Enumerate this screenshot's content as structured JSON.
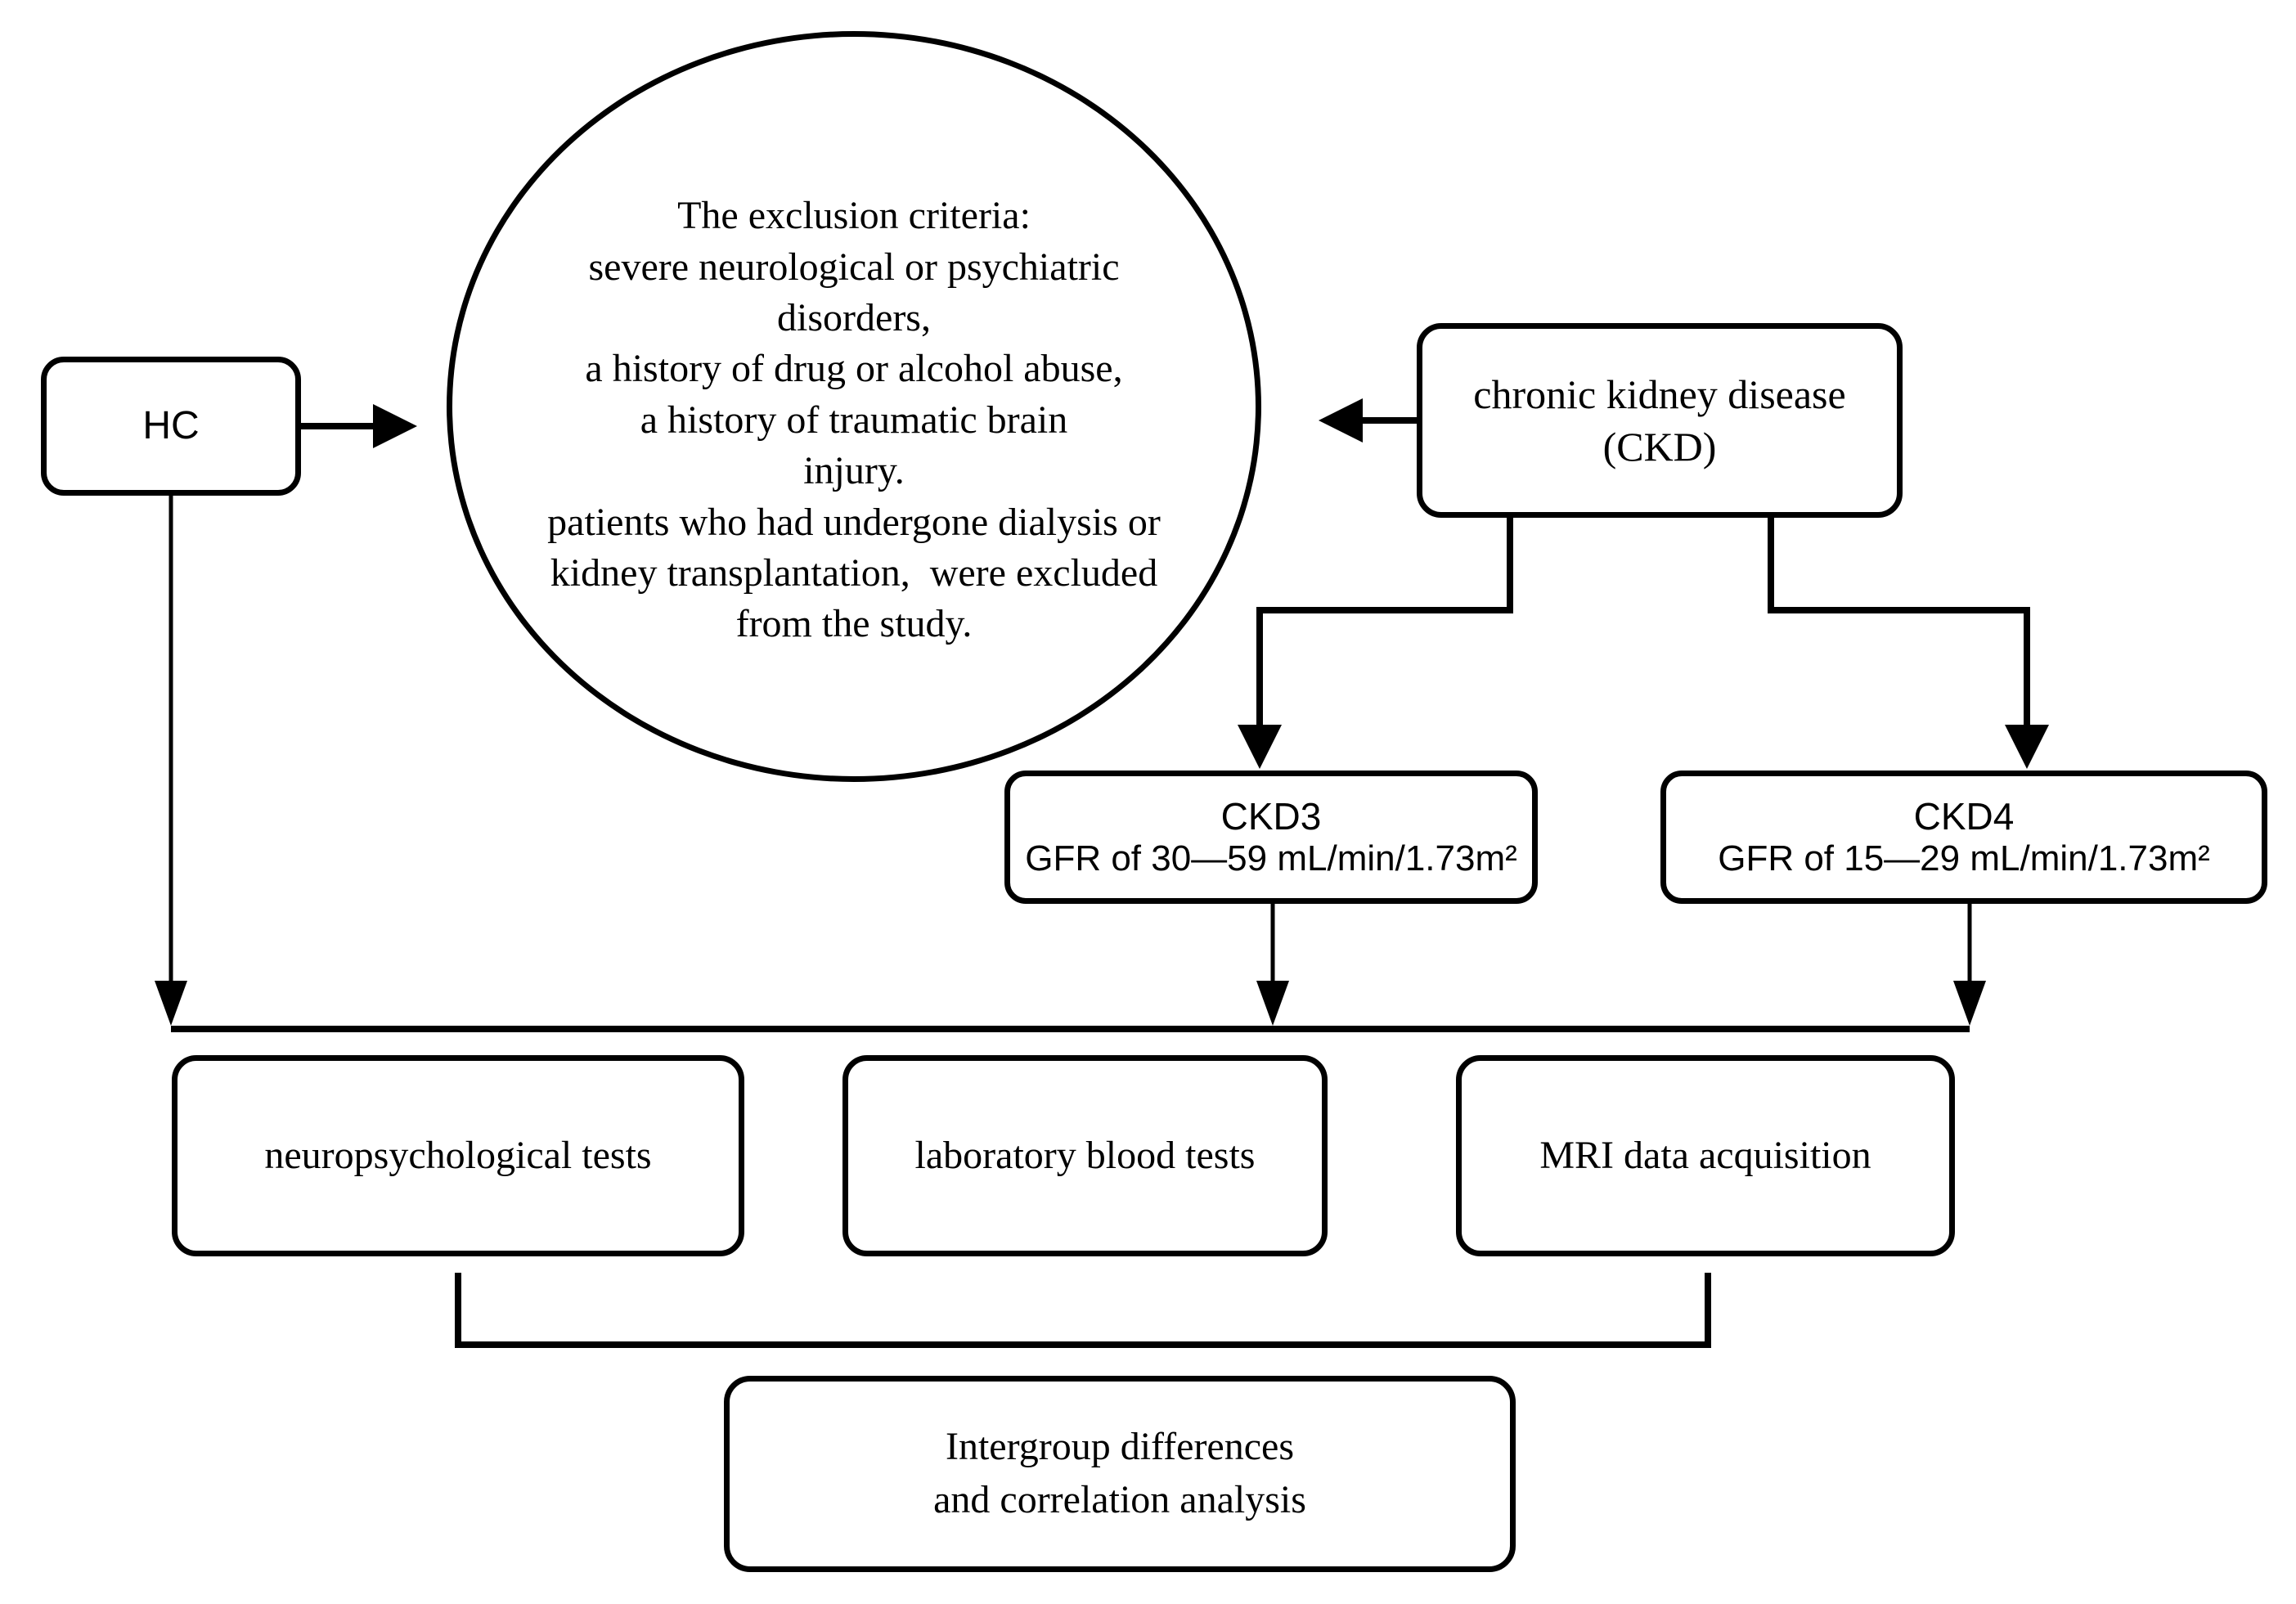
{
  "figure": {
    "type": "study-flowchart",
    "background": "#ffffff",
    "line_color": "#000000"
  },
  "exclusion_circle": {
    "lines": [
      "The exclusion criteria:",
      "severe neurological or psychiatric",
      "disorders,",
      "a history of drug or alcohol abuse,",
      "a history of traumatic brain",
      "injury.",
      "patients who had undergone dialysis or",
      "kidney transplantation,  were excluded",
      "from the study."
    ]
  },
  "nodes": {
    "hc": {
      "label": "HC"
    },
    "ckd": {
      "line1": "chronic kidney disease",
      "line2": "(CKD)"
    },
    "ckd3": {
      "title": "CKD3",
      "subtitle": "GFR of 30—59 mL/min/1.73m²"
    },
    "ckd4": {
      "title": "CKD4",
      "subtitle": "GFR of 15—29 mL/min/1.73m²"
    },
    "neuropsychological": {
      "label": "neuropsychological tests"
    },
    "laboratory": {
      "label": "laboratory blood tests"
    },
    "mri": {
      "label": "MRI data acquisition"
    },
    "analysis": {
      "line1": "Intergroup differences",
      "line2": "and correlation analysis"
    }
  }
}
